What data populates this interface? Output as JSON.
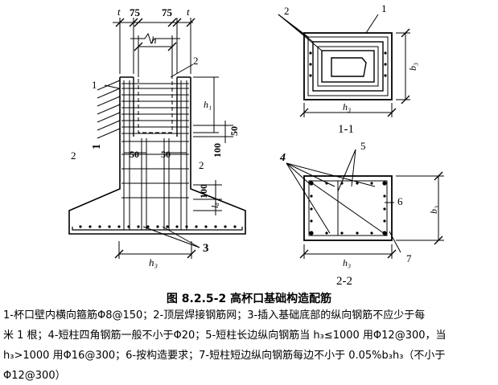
{
  "figure": {
    "title": "图 8.2.5-2   高杯口基础构造配筋",
    "main_section": {
      "dim_t": "t",
      "dim_75": "75",
      "dim_h": "h",
      "dim_h1": "h₁",
      "dim_h3": "h₃",
      "dim_50_right": "50",
      "dim_100_right": "100",
      "dim_50_a": "50",
      "dim_50_b": "50",
      "dim_100_lower": "100",
      "dim_la": "lₐ",
      "callout_1": "1",
      "callout_2_top": "2",
      "callout_2_left": "2",
      "callout_2_right": "2",
      "callout_3": "3"
    },
    "section_1_1": {
      "label": "1-1",
      "callout_1": "1",
      "callout_2": "2",
      "dim_h3": "h₃",
      "dim_b3": "b₃"
    },
    "section_2_2": {
      "label": "2-2",
      "callout_4": "4",
      "callout_5": "5",
      "callout_6": "6",
      "callout_7": "7",
      "dim_h3": "h₃",
      "dim_b3": "b₃"
    }
  },
  "legend": {
    "line1": "1-杯口壁内横向箍筋Φ8@150；2-顶层焊接钢筋网；3-插入基础底部的纵向钢筋不应少于每",
    "line2": "米 1 根；4-短柱四角钢筋一般不小于Φ20；5-短柱长边纵向钢筋当 h₃≤1000 用Φ12@300，当",
    "line3": "h₃>1000 用Φ16@300；6-按构造要求；7-短柱短边纵向钢筋每边不小于 0.05%b₃h₃（不小于",
    "line4": "Φ12@300）"
  }
}
